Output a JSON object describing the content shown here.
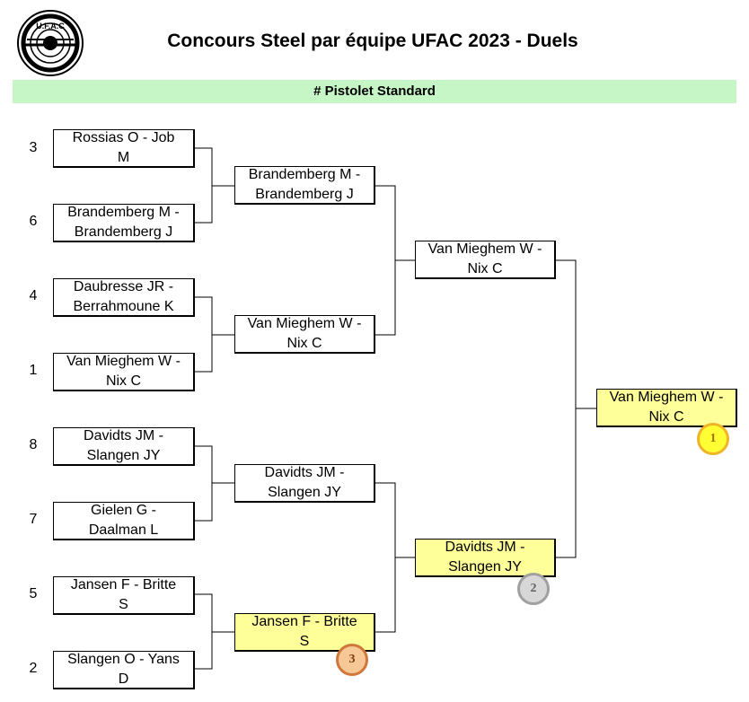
{
  "title": "Concours Steel par équipe UFAC 2023 - Duels",
  "logo_text": "U.F.A.C",
  "section": "# Pistolet Standard",
  "seeds": [
    "3",
    "6",
    "4",
    "1",
    "8",
    "7",
    "5",
    "2"
  ],
  "round1": [
    {
      "l1": "Rossias O - Job",
      "l2": "M"
    },
    {
      "l1": "Brandemberg M -",
      "l2": "Brandemberg J"
    },
    {
      "l1": "Daubresse JR -",
      "l2": "Berrahmoune K"
    },
    {
      "l1": "Van Mieghem W -",
      "l2": "Nix C"
    },
    {
      "l1": "Davidts JM -",
      "l2": "Slangen JY"
    },
    {
      "l1": "Gielen G -",
      "l2": "Daalman L"
    },
    {
      "l1": "Jansen F - Britte",
      "l2": "S"
    },
    {
      "l1": "Slangen O - Yans",
      "l2": "D"
    }
  ],
  "round2": [
    {
      "l1": "Brandemberg M -",
      "l2": "Brandemberg J"
    },
    {
      "l1": "Van Mieghem W -",
      "l2": "Nix C"
    },
    {
      "l1": "Davidts JM -",
      "l2": "Slangen JY"
    },
    {
      "l1": "Jansen F - Britte",
      "l2": "S"
    }
  ],
  "round3": [
    {
      "l1": "Van Mieghem W -",
      "l2": "Nix C"
    },
    {
      "l1": "Davidts JM -",
      "l2": "Slangen JY"
    }
  ],
  "final": {
    "l1": "Van Mieghem W -",
    "l2": "Nix C"
  },
  "medals": {
    "gold": "1",
    "silver": "2",
    "bronze": "3"
  }
}
